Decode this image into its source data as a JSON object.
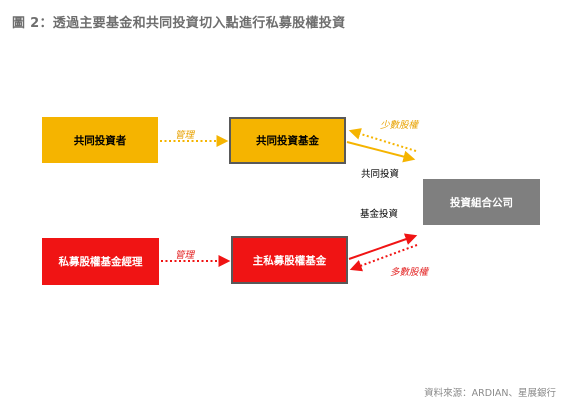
{
  "title": "圖 2：透過主要基金和共同投資切入點進行私募股權投資",
  "nodes": {
    "common_investor": "共同投資者",
    "common_fund": "共同投資基金",
    "pe_manager": "私募股權基金經理",
    "main_pe_fund": "主私募股權基金",
    "portfolio_company": "投資組合公司"
  },
  "edge_labels": {
    "manage_top": "管理",
    "manage_bottom": "管理",
    "minority_equity": "少數股權",
    "majority_equity": "多數股權",
    "co_investment": "共同投資",
    "fund_investment": "基金投資"
  },
  "source": "資料來源：ARDIAN、星展銀行",
  "colors": {
    "yellow": "#f5b400",
    "red": "#f01414",
    "gray": "#7f7f7f",
    "title_gray": "#6e6e6e"
  }
}
